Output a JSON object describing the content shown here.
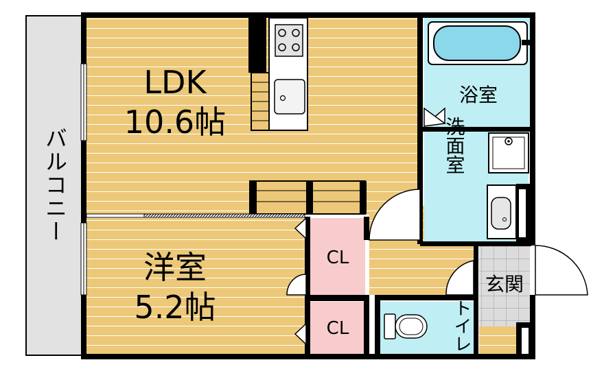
{
  "rooms": {
    "ldk": {
      "name": "LDK",
      "size": "10.6帖"
    },
    "western": {
      "name": "洋室",
      "size": "5.2帖"
    },
    "bath": {
      "name": "浴室"
    },
    "washroom": {
      "name": "洗面室"
    },
    "entrance": {
      "name": "玄関"
    },
    "toilet": {
      "name": "トイレ"
    },
    "closet1": {
      "name": "CL"
    },
    "closet2": {
      "name": "CL"
    },
    "balcony": {
      "name": "バルコニー"
    }
  },
  "colors": {
    "floor_wood": "#ecc878",
    "bath_tile": "#bfeff5",
    "closet": "#f8cccc",
    "balcony": "#e2e2e2",
    "wall": "#000000",
    "entrance_tile": "#dcdcdc"
  }
}
